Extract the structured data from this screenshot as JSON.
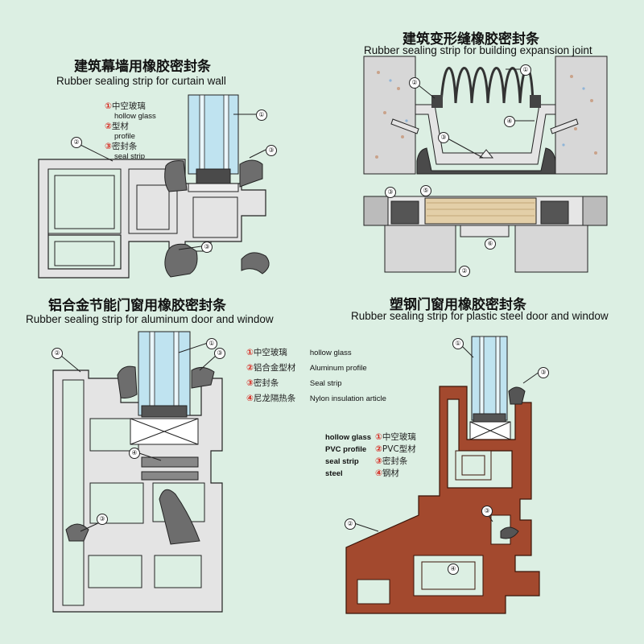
{
  "panels": {
    "curtain_wall": {
      "title_cn": "建筑幕墙用橡胶密封条",
      "title_en": "Rubber sealing strip for curtain wall",
      "legend": [
        {
          "num": "①",
          "cn": "中空玻璃",
          "en": "hollow glass"
        },
        {
          "num": "②",
          "cn": "型材",
          "en": "profile"
        },
        {
          "num": "③",
          "cn": "密封条",
          "en": "seal strip"
        }
      ],
      "callouts": [
        "①",
        "②",
        "③",
        "③"
      ]
    },
    "expansion_joint": {
      "title_cn": "建筑变形缝橡胶密封条",
      "title_en": "Rubber sealing strip for building expansion joint",
      "callouts": [
        "①",
        "②",
        "③",
        "④",
        "⑤",
        "⑥",
        "③",
        "②"
      ]
    },
    "aluminum": {
      "title_cn": "铝合金节能门窗用橡胶密封条",
      "title_en": "Rubber sealing strip for aluminum door and window",
      "legend": [
        {
          "num": "①",
          "cn": "中空玻璃",
          "en": "hollow glass"
        },
        {
          "num": "②",
          "cn": "铝合金型材",
          "en": "Aluminum profile"
        },
        {
          "num": "③",
          "cn": "密封条",
          "en": "Seal strip"
        },
        {
          "num": "④",
          "cn": "尼龙隔热条",
          "en": "Nylon insulation article"
        }
      ],
      "callouts": [
        "①",
        "②",
        "③",
        "④",
        "③"
      ]
    },
    "plastic_steel": {
      "title_cn": "塑钢门窗用橡胶密封条",
      "title_en": "Rubber sealing strip for plastic steel door and window",
      "legend": [
        {
          "en": "hollow glass",
          "num": "①",
          "cn": "中空玻璃"
        },
        {
          "en": "PVC profile",
          "num": "②",
          "cn": "PVC型材"
        },
        {
          "en": "seal strip",
          "num": "③",
          "cn": "密封条"
        },
        {
          "en": "steel",
          "num": "④",
          "cn": "钢材"
        }
      ],
      "callouts": [
        "①",
        "③",
        "②",
        "③",
        "④"
      ]
    }
  },
  "colors": {
    "background": "#dcefe3",
    "profile_gray": "#e4e4e4",
    "seal_dark": "#6d6d6d",
    "glass_blue": "#bfe3f0",
    "pvc_brown": "#a3492e",
    "concrete": "#d7d7d7",
    "legend_number_red": "#d6281f"
  }
}
